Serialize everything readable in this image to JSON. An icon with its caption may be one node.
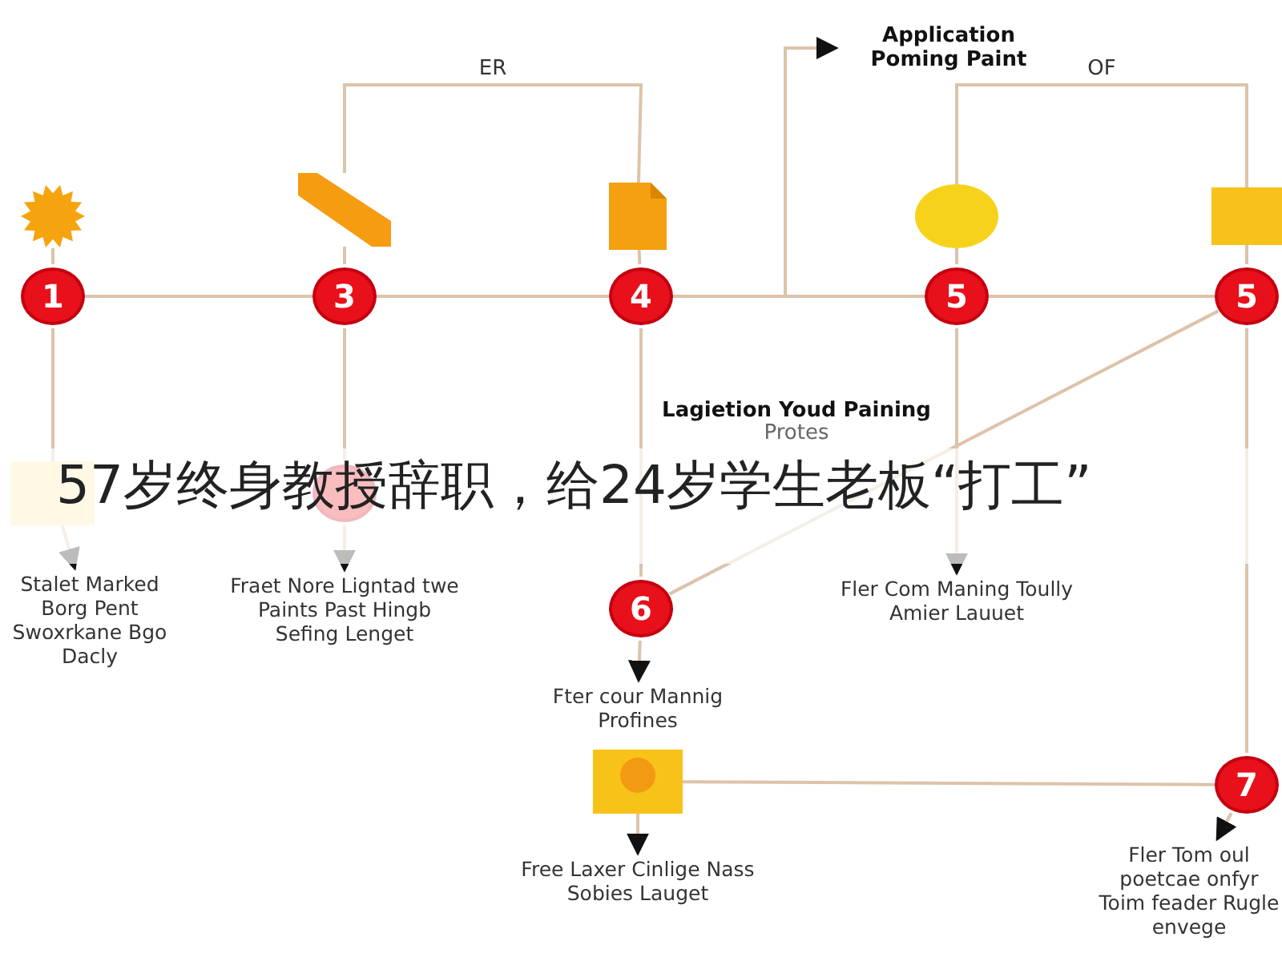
{
  "diagram": {
    "title": "57岁终身教授辞职，给24岁学生老板“打工”",
    "nodes": [
      {
        "text": [
          "1"
        ]
      },
      {
        "text": [
          "3"
        ]
      },
      {
        "text": [
          "4"
        ]
      },
      {
        "text": [
          "5"
        ]
      },
      {
        "text": [
          "5"
        ]
      },
      {
        "text": [
          "6"
        ]
      },
      {
        "text": [
          "7"
        ]
      },
      {
        "text": [],
        "shape": "circle"
      },
      {
        "text": [],
        "shape": "star"
      },
      {
        "text": [],
        "shape": "bar"
      },
      {
        "text": [],
        "shape": "box"
      },
      {
        "text": [],
        "shape": "circle"
      },
      {
        "text": [],
        "shape": "box"
      },
      {
        "text": [],
        "shape": "box"
      },
      {
        "text": [],
        "shape": "box"
      },
      {
        "text": [
          "Application Poming Paint"
        ]
      },
      {
        "text": [
          "Stalet Marked Borg Pent Swoxrkane Bgo Dacly"
        ]
      },
      {
        "text": [
          "Fraet Nore Ligntad twe Paints Past Hingb Sefing Lenget"
        ]
      },
      {
        "text": [
          "Fler Com Maning Toully Amier Lauuet"
        ]
      },
      {
        "text": [
          "Fter cour Mannig Profines"
        ]
      },
      {
        "text": [
          "Free Laxer Cinlige Nass Sobies Lauget"
        ]
      },
      {
        "text": [
          "Fler Tom oul poetcae onfyr Toim feader Rugle envege"
        ]
      }
    ],
    "edges": [
      {
        "from": 8,
        "to": 0,
        "arrow": "none"
      },
      {
        "from": 9,
        "to": 1,
        "arrow": "none"
      },
      {
        "from": 10,
        "to": 2,
        "arrow": "none"
      },
      {
        "from": 11,
        "to": 3,
        "arrow": "none"
      },
      {
        "from": 12,
        "to": 4,
        "arrow": "none"
      },
      {
        "from": 0,
        "to": 1,
        "arrow": "none"
      },
      {
        "from": 1,
        "to": 2,
        "arrow": "none"
      },
      {
        "from": 2,
        "to": 3,
        "arrow": "none"
      },
      {
        "from": 3,
        "to": 4,
        "arrow": "none"
      },
      {
        "from": 9,
        "to": 10,
        "arrow": "none",
        "label": "ER"
      },
      {
        "from": 11,
        "to": 12,
        "arrow": "none",
        "label": "OF"
      },
      {
        "from": 2,
        "to": 15,
        "arrow": "to"
      },
      {
        "from": 0,
        "to": 13,
        "arrow": "none"
      },
      {
        "from": 13,
        "to": 16,
        "arrow": "to"
      },
      {
        "from": 1,
        "to": 7,
        "arrow": "none"
      },
      {
        "from": 7,
        "to": 17,
        "arrow": "to"
      },
      {
        "from": 2,
        "to": 5,
        "arrow": "none"
      },
      {
        "from": 5,
        "to": 19,
        "arrow": "to"
      },
      {
        "from": 14,
        "to": 20,
        "arrow": "to"
      },
      {
        "from": 3,
        "to": 18,
        "arrow": "to"
      },
      {
        "from": 5,
        "to": 4,
        "arrow": "none"
      },
      {
        "from": 4,
        "to": 6,
        "arrow": "none"
      },
      {
        "from": 14,
        "to": 6,
        "arrow": "none"
      },
      {
        "from": 6,
        "to": 21,
        "arrow": "to"
      }
    ],
    "labels": [
      "Lagietion Youd Paining",
      "Protes"
    ]
  }
}
